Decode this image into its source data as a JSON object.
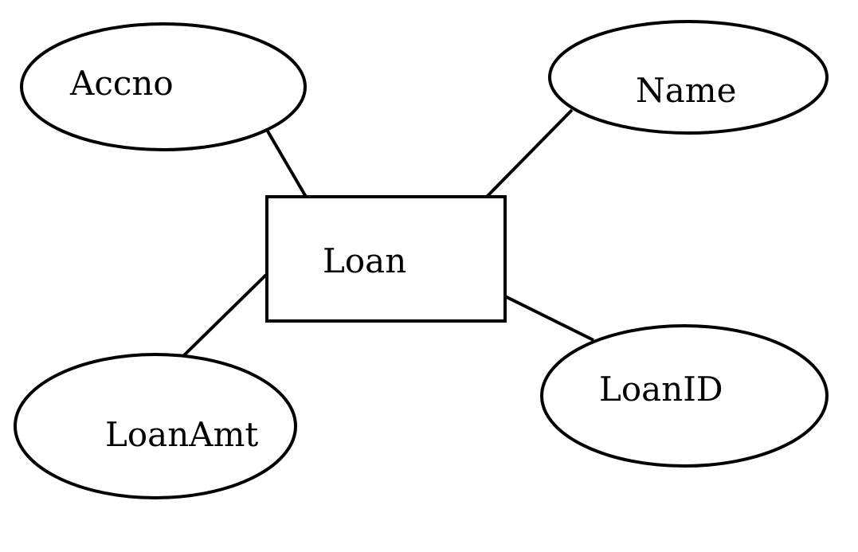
{
  "entity": {
    "label": "Loan"
  },
  "attributes": [
    {
      "label": "Accno"
    },
    {
      "label": "Name"
    },
    {
      "label": "LoanID"
    },
    {
      "label": "LoanAmt"
    }
  ],
  "colors": {
    "stroke": "#000000",
    "background": "#ffffff"
  }
}
